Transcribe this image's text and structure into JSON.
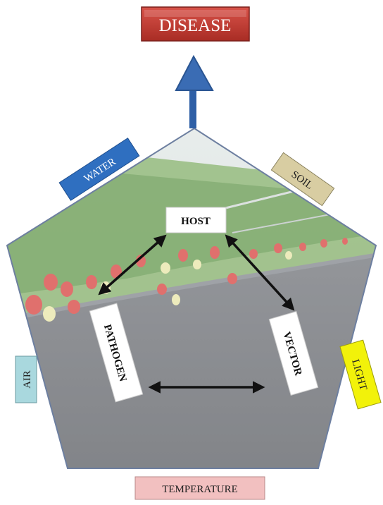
{
  "top_label": "DISEASE",
  "factors": {
    "water": "WATER",
    "soil": "SOIL",
    "air": "AIR",
    "light": "LIGHT",
    "temperature": "TEMPERATURE"
  },
  "triangle": {
    "host": "HOST",
    "pathogen": "PATHOGEN",
    "vector": "VECTOR"
  },
  "colors": {
    "disease_fill": "#c0392b",
    "water_fill": "#2f6fc0",
    "soil_fill": "#d8cda2",
    "air_fill": "#a9d8de",
    "light_fill": "#f2f20a",
    "temperature_fill": "#f2c0c0",
    "arrow_blue": "#2e5fa6",
    "pentagon_stroke": "#6d7fa0",
    "ground": "#575a61",
    "leaves": "#5f9a45",
    "berries": "#d43a35"
  },
  "background_image": "strawberry-greenhouse-photo"
}
